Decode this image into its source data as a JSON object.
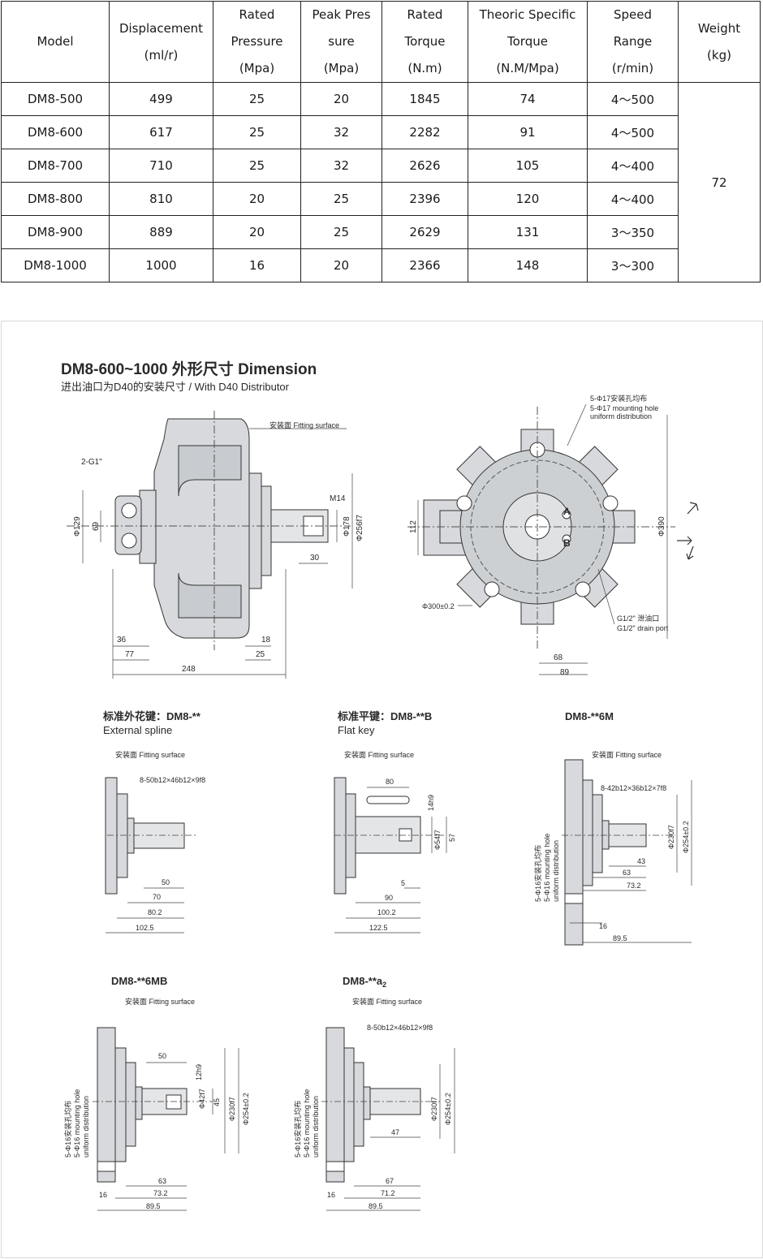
{
  "table": {
    "headers": [
      [
        "Model"
      ],
      [
        "Displacement",
        "(ml/r)"
      ],
      [
        "Rated",
        "Pressure",
        "(Mpa)"
      ],
      [
        "Peak Pres",
        "sure",
        "(Mpa)"
      ],
      [
        "Rated",
        "Torque",
        "(N.m)"
      ],
      [
        "Theoric Specific",
        "Torque",
        "(N.M/Mpa)"
      ],
      [
        "Speed",
        "Range",
        "(r/min)"
      ],
      [
        "Weight",
        "(kg)"
      ]
    ],
    "rows": [
      {
        "model": "DM8-500",
        "displacement": "499",
        "rated_pressure": "25",
        "peak_pressure": "20",
        "rated_torque": "1845",
        "specific_torque": "74",
        "speed": "4～500"
      },
      {
        "model": "DM8-600",
        "displacement": "617",
        "rated_pressure": "25",
        "peak_pressure": "32",
        "rated_torque": "2282",
        "specific_torque": "91",
        "speed": "4～500"
      },
      {
        "model": "DM8-700",
        "displacement": "710",
        "rated_pressure": "25",
        "peak_pressure": "32",
        "rated_torque": "2626",
        "specific_torque": "105",
        "speed": "4～400"
      },
      {
        "model": "DM8-800",
        "displacement": "810",
        "rated_pressure": "20",
        "peak_pressure": "25",
        "rated_torque": "2396",
        "specific_torque": "120",
        "speed": "4～400"
      },
      {
        "model": "DM8-900",
        "displacement": "889",
        "rated_pressure": "20",
        "peak_pressure": "25",
        "rated_torque": "2629",
        "specific_torque": "131",
        "speed": "3～350"
      },
      {
        "model": "DM8-1000",
        "displacement": "1000",
        "rated_pressure": "16",
        "peak_pressure": "20",
        "rated_torque": "2366",
        "specific_torque": "148",
        "speed": "3～300"
      }
    ],
    "weight": "72"
  },
  "dimension": {
    "title": "DM8-600~1000 外形尺寸 Dimension",
    "subtitle": "进出油口为D40的安装尺寸 / With D40 Distributor",
    "main": {
      "fitting": "安装面 Fitting surface",
      "port": "2-G1\"",
      "thread": "M14",
      "d129": "Φ129",
      "d69": "69",
      "d178": "Φ178",
      "d256": "Φ256f7",
      "d30": "30",
      "d36": "36",
      "d77": "77",
      "d248": "248",
      "d18": "18",
      "d25": "25"
    },
    "front": {
      "holes_cn": "5-Φ17安装孔均布",
      "holes_en1": "5-Φ17 mounting hole",
      "holes_en2": "uniform distribution",
      "d112": "112",
      "d390": "Φ390",
      "d300": "Φ300±0.2",
      "drain_cn": "G1/2\" 泄油口",
      "drain_en": "G1/2\" drain port",
      "d68": "68",
      "d89": "89",
      "port_a": "A",
      "port_b": "B"
    },
    "spline": {
      "title_cn": "标准外花键：DM8-**",
      "title_en": "External spline",
      "fitting": "安装面 Fitting surface",
      "spec": "8-50b12×46b12×9f8",
      "d50": "50",
      "d70": "70",
      "d80_2": "80.2",
      "d102_5": "102.5"
    },
    "flatkey": {
      "title_cn": "标准平键：DM8-**B",
      "title_en": "Flat key",
      "fitting": "安装面 Fitting surface",
      "d80": "80",
      "d14h9": "14h9",
      "d54f7": "Φ54f7",
      "d57": "57",
      "d5": "5",
      "d90": "90",
      "d100_2": "100.2",
      "d122_5": "122.5"
    },
    "m6": {
      "title": "DM8-**6M",
      "fitting": "安装面 Fitting surface",
      "spec": "8-42b12×36b12×7f8",
      "d230": "Φ230f7",
      "d254": "Φ254±0.2",
      "holes_cn": "5-Φ16安装孔均布",
      "holes_en1": "5-Φ16 mounting hole",
      "holes_en2": "uniform distribution",
      "d43": "43",
      "d63": "63",
      "d73_2": "73.2",
      "d16": "16",
      "d89_5": "89.5"
    },
    "mb6": {
      "title": "DM8-**6MB",
      "fitting": "安装面 Fitting surface",
      "d50": "50",
      "d12h9": "12h9",
      "d42f7": "Φ42f7",
      "d45": "45",
      "d230": "Φ230f7",
      "d254": "Φ254±0.2",
      "holes_cn": "5-Φ16安装孔均布",
      "holes_en1": "5-Φ16 mounting hole",
      "holes_en2": "uniform distribution",
      "d63": "63",
      "d73_2": "73.2",
      "d16": "16",
      "d89_5": "89.5"
    },
    "a2": {
      "title_main": "DM8-**a",
      "title_sub": "2",
      "fitting": "安装面 Fitting surface",
      "spec": "8-50b12×46b12×9f8",
      "d230": "Φ230f7",
      "d254": "Φ254±0.2",
      "holes_cn": "5-Φ16安装孔均布",
      "holes_en1": "5-Φ16 mounting hole",
      "holes_en2": "uniform distribution",
      "d47": "47",
      "d67": "67",
      "d71_2": "71.2",
      "d16": "16",
      "d89_5": "89.5"
    }
  }
}
